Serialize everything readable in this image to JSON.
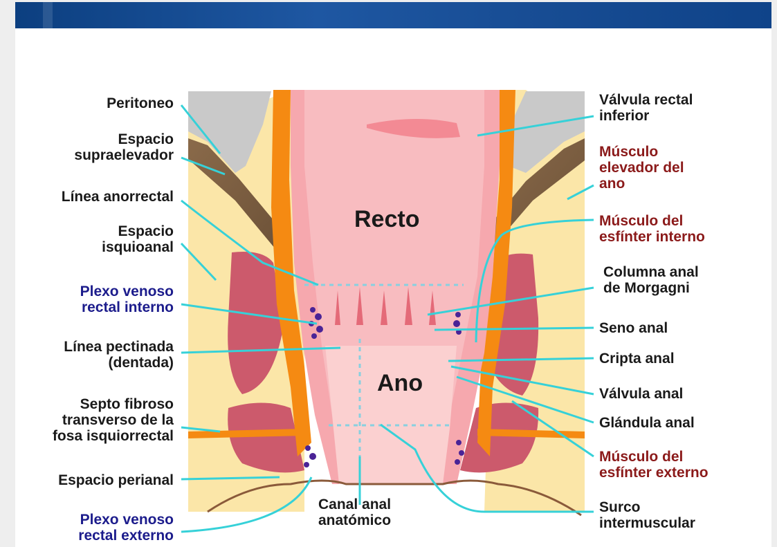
{
  "colors": {
    "banner": "#174c93",
    "leader": "#36d1d8",
    "fat": "#fbe6a8",
    "muscle": "#cc5a6c",
    "orange": "#f58a12",
    "mucosa": "#f6a8ae",
    "peritoneum": "#c8c8c8",
    "vein": "#4a2396",
    "label_blue": "#1c1c8c",
    "label_red": "#8b1a1a"
  },
  "regions": {
    "recto": "Recto",
    "ano": "Ano"
  },
  "labels_left": [
    {
      "name": "peritoneo",
      "lines": [
        "Peritoneo"
      ],
      "color": "black"
    },
    {
      "name": "espacio-supraelevador",
      "lines": [
        "Espacio",
        "supraelevador"
      ],
      "color": "black"
    },
    {
      "name": "linea-anorrectal",
      "lines": [
        "Línea anorrectal"
      ],
      "color": "black"
    },
    {
      "name": "espacio-isquioanal",
      "lines": [
        "Espacio",
        "isquioanal"
      ],
      "color": "black"
    },
    {
      "name": "plexo-venoso-rectal-interno",
      "lines": [
        "Plexo venoso",
        "rectal interno"
      ],
      "color": "blue"
    },
    {
      "name": "linea-pectinada",
      "lines": [
        "Línea pectinada",
        "(dentada)"
      ],
      "color": "black"
    },
    {
      "name": "septo-fibroso",
      "lines": [
        "Septo fibroso",
        "transverso de la",
        "fosa isquiorrectal"
      ],
      "color": "black"
    },
    {
      "name": "espacio-perianal",
      "lines": [
        "Espacio perianal"
      ],
      "color": "black"
    },
    {
      "name": "plexo-venoso-rectal-externo",
      "lines": [
        "Plexo venoso",
        "rectal externo"
      ],
      "color": "blue"
    }
  ],
  "labels_right": [
    {
      "name": "valvula-rectal-inferior",
      "lines": [
        "Válvula rectal",
        "inferior"
      ],
      "color": "black"
    },
    {
      "name": "musculo-elevador-del-ano",
      "lines": [
        "Músculo",
        "elevador del",
        "ano"
      ],
      "color": "red"
    },
    {
      "name": "musculo-esfinter-interno",
      "lines": [
        "Músculo del",
        "esfínter interno"
      ],
      "color": "red"
    },
    {
      "name": "columna-anal-morgagni",
      "lines": [
        "Columna anal",
        "de Morgagni"
      ],
      "color": "black"
    },
    {
      "name": "seno-anal",
      "lines": [
        "Seno anal"
      ],
      "color": "black"
    },
    {
      "name": "cripta-anal",
      "lines": [
        "Cripta anal"
      ],
      "color": "black"
    },
    {
      "name": "valvula-anal",
      "lines": [
        "Válvula anal"
      ],
      "color": "black"
    },
    {
      "name": "glandula-anal",
      "lines": [
        "Glándula anal"
      ],
      "color": "black"
    },
    {
      "name": "musculo-esfinter-externo",
      "lines": [
        "Músculo del",
        "esfínter externo"
      ],
      "color": "red"
    },
    {
      "name": "surco-intermuscular",
      "lines": [
        "Surco",
        "intermuscular"
      ],
      "color": "black"
    }
  ],
  "labels_bottom": [
    {
      "name": "canal-anal-anatomico",
      "lines": [
        "Canal anal",
        "anatómico"
      ],
      "color": "black"
    }
  ]
}
